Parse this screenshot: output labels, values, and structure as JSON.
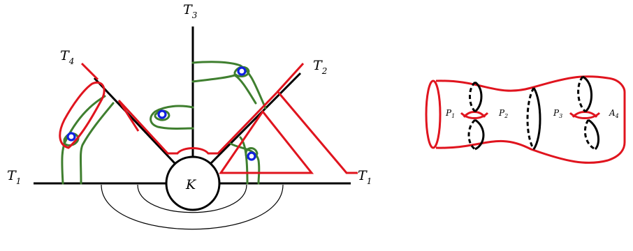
{
  "tree_diagram": {
    "center_label": "K",
    "labels": [
      {
        "name": "label-t1-left",
        "main": "T",
        "sub": "1"
      },
      {
        "name": "label-t1-right",
        "main": "T",
        "sub": "1"
      },
      {
        "name": "label-t2",
        "main": "T",
        "sub": "2"
      },
      {
        "name": "label-t3",
        "main": "T",
        "sub": "3"
      },
      {
        "name": "label-t4",
        "main": "T",
        "sub": "4"
      }
    ]
  },
  "surface_diagram": {
    "labels": [
      {
        "name": "label-p1",
        "main": "P",
        "sub": "1"
      },
      {
        "name": "label-p2",
        "main": "P",
        "sub": "2"
      },
      {
        "name": "label-p3",
        "main": "P",
        "sub": "3"
      },
      {
        "name": "label-a4",
        "main": "A",
        "sub": "4"
      }
    ]
  },
  "colors": {
    "tree_edge": "#000000",
    "red_curve": "#e0141e",
    "green_curve": "#3f7f2f",
    "puncture_ring": "#1020e0"
  }
}
